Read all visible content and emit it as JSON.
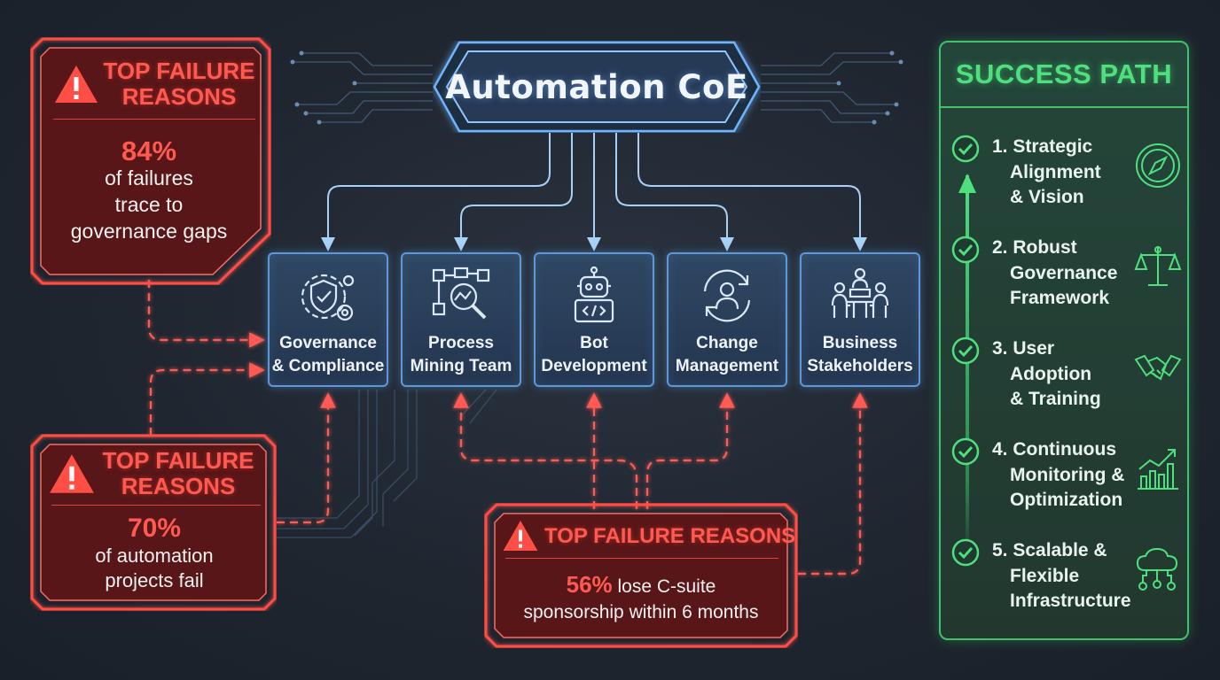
{
  "hub": {
    "title": "Automation CoE"
  },
  "departments": [
    {
      "id": "governance",
      "icon": "shield-gear-icon",
      "line1": "Governance",
      "line2": "& Compliance"
    },
    {
      "id": "process-mining",
      "icon": "flow-magnifier-icon",
      "line1": "Process",
      "line2": "Mining Team"
    },
    {
      "id": "bot-dev",
      "icon": "robot-icon",
      "line1": "Bot",
      "line2": "Development"
    },
    {
      "id": "change-mgmt",
      "icon": "person-cycle-icon",
      "line1": "Change",
      "line2": "Management"
    },
    {
      "id": "business",
      "icon": "meeting-table-icon",
      "line1": "Business",
      "line2": "Stakeholders"
    }
  ],
  "failures": [
    {
      "id": "fail-1",
      "title_l1": "TOP FAILURE",
      "title_l2": "REASONS",
      "stat": "84%",
      "body_l1": "of failures",
      "body_l2": "trace to",
      "body_l3": "governance gaps"
    },
    {
      "id": "fail-2",
      "title_l1": "TOP FAILURE",
      "title_l2": "REASONS",
      "stat": "70%",
      "body_l1": "of automation",
      "body_l2": "projects fail"
    },
    {
      "id": "fail-3",
      "title": "TOP FAILURE REASONS",
      "stat": "56%",
      "body_l1": " lose C-suite",
      "body_l2": "sponsorship within 6 months"
    }
  ],
  "success": {
    "title": "SUCCESS PATH",
    "steps": [
      {
        "num": "1.",
        "l1": "Strategic",
        "l2": "Alignment",
        "l3": "& Vision",
        "icon": "compass-icon"
      },
      {
        "num": "2.",
        "l1": "Robust",
        "l2": "Governance",
        "l3": "Framework",
        "icon": "scales-icon"
      },
      {
        "num": "3.",
        "l1": "User",
        "l2": "Adoption",
        "l3": "& Training",
        "icon": "handshake-icon"
      },
      {
        "num": "4.",
        "l1": "Continuous",
        "l2": "Monitoring &",
        "l3": "Optimization",
        "icon": "growth-chart-icon"
      },
      {
        "num": "5.",
        "l1": "Scalable &",
        "l2": "Flexible",
        "l3": "Infrastructure",
        "icon": "cloud-network-icon"
      }
    ]
  },
  "colors": {
    "blue": "#6fb3ff",
    "red": "#ff4e45",
    "green": "#4fe07e",
    "panel": "#243650"
  }
}
